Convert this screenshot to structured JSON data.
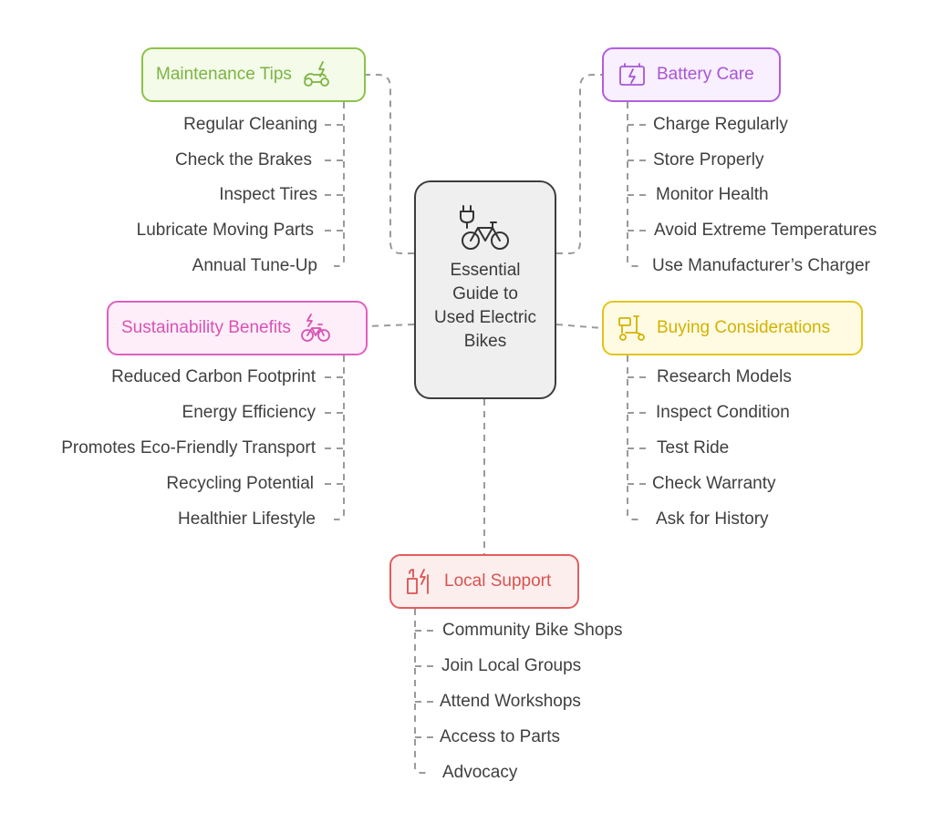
{
  "center": {
    "title": "Essential Guide to Used Electric Bikes",
    "icon": "electric-bike-plug-icon"
  },
  "colors": {
    "maintenance": "#8bc34a",
    "battery": "#b35de0",
    "sustainability": "#e15fc0",
    "buying": "#e3c51b",
    "local": "#e25d5d",
    "connector": "#9a9a9a"
  },
  "maintenance": {
    "title": "Maintenance Tips",
    "icon": "lightning-motorbike-icon",
    "items": [
      "Regular Cleaning",
      "Check the Brakes",
      "Inspect Tires",
      "Lubricate Moving Parts",
      "Annual Tune-Up"
    ]
  },
  "battery": {
    "title": "Battery Care",
    "icon": "battery-charge-icon",
    "items": [
      "Charge Regularly",
      "Store Properly",
      "Monitor Health",
      "Avoid Extreme Temperatures",
      "Use Manufacturer’s Charger"
    ]
  },
  "sustainability": {
    "title": "Sustainability Benefits",
    "icon": "electric-bicycle-icon",
    "items": [
      "Reduced Carbon Footprint",
      "Energy Efficiency",
      "Promotes Eco-Friendly Transport",
      "Recycling Potential",
      "Healthier Lifestyle"
    ]
  },
  "buying": {
    "title": "Buying Considerations",
    "icon": "scooter-icon",
    "items": [
      "Research Models",
      "Inspect Condition",
      "Test Ride",
      "Check Warranty",
      "Ask for History"
    ]
  },
  "local": {
    "title": "Local Support",
    "icon": "charging-station-icon",
    "items": [
      "Community Bike Shops",
      "Join Local Groups",
      "Attend Workshops",
      "Access to Parts",
      "Advocacy"
    ]
  }
}
